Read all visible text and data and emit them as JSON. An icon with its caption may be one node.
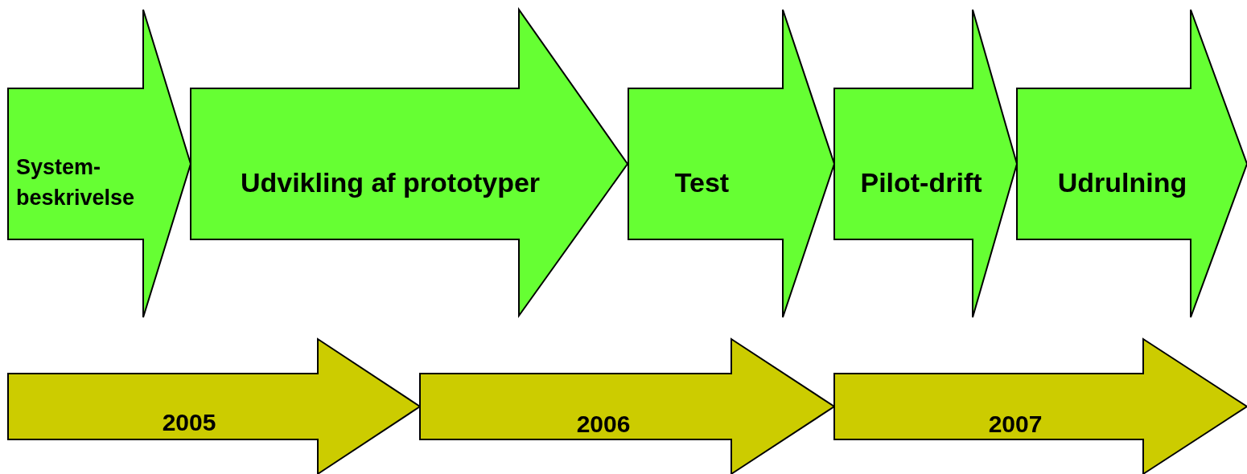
{
  "diagram": {
    "nodes": [
      {
        "text": [
          "System- beskrivelse"
        ]
      },
      {
        "text": [
          "Udvikling af prototyper"
        ]
      },
      {
        "text": [
          "Test"
        ]
      },
      {
        "text": [
          "Pilot-drift"
        ]
      },
      {
        "text": [
          "Udrulning"
        ]
      },
      {
        "text": [
          "2005"
        ]
      },
      {
        "text": [
          "2006"
        ]
      },
      {
        "text": [
          "2007"
        ]
      }
    ]
  }
}
